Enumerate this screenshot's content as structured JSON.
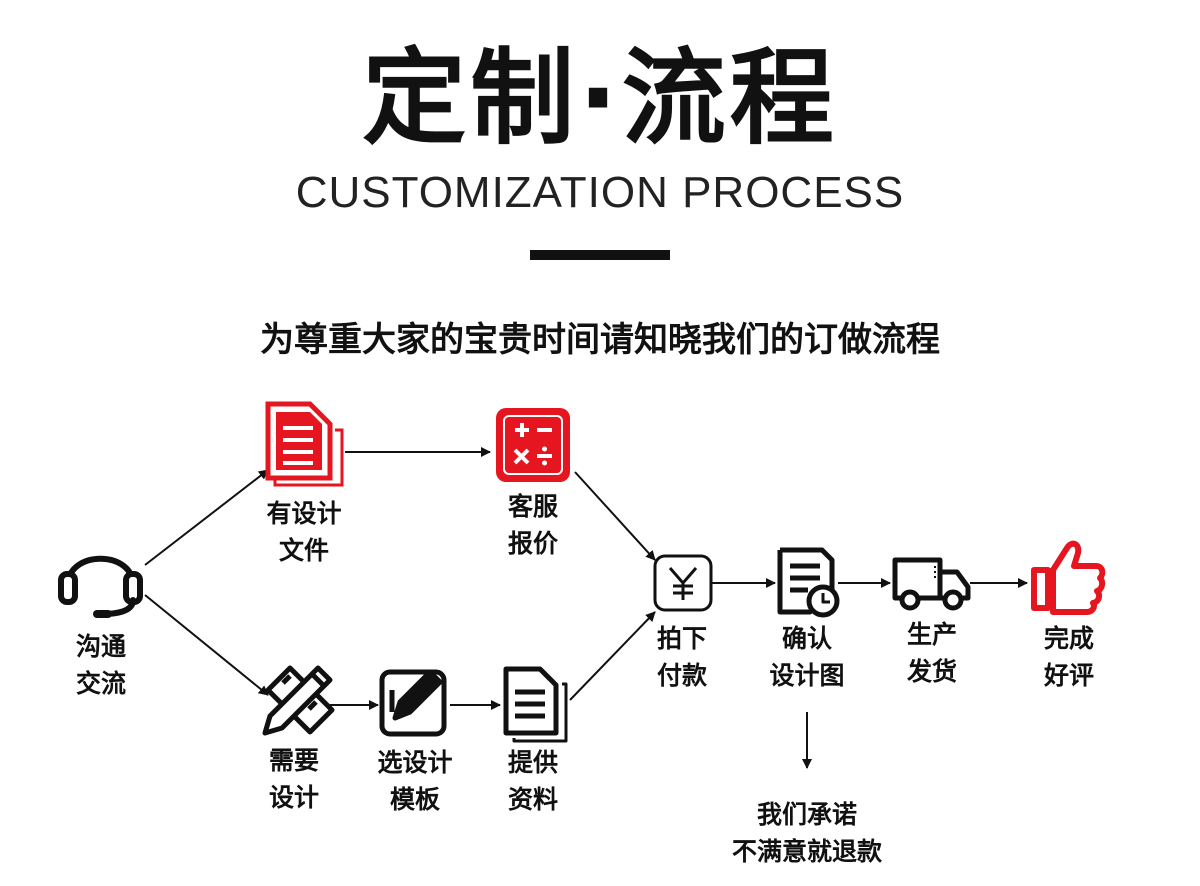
{
  "header": {
    "title": "定制·流程",
    "subtitle": "CUSTOMIZATION PROCESS",
    "tagline": "为尊重大家的宝贵时间请知晓我们的订做流程"
  },
  "steps": {
    "communicate": {
      "icon": "headset-icon",
      "line1": "沟通",
      "line2": "交流"
    },
    "has_design_file": {
      "icon": "document-icon",
      "line1": "有设计",
      "line2": "文件"
    },
    "quote": {
      "icon": "calculator-icon",
      "line1": "客服",
      "line2": "报价"
    },
    "need_design": {
      "icon": "pencil-ruler-icon",
      "line1": "需要",
      "line2": "设计"
    },
    "choose_template": {
      "icon": "edit-icon",
      "line1": "选设计",
      "line2": "模板"
    },
    "provide_material": {
      "icon": "file-stack-icon",
      "line1": "提供",
      "line2": "资料"
    },
    "payment": {
      "icon": "yen-icon",
      "line1": "拍下",
      "line2": "付款"
    },
    "confirm_design": {
      "icon": "document-clock-icon",
      "line1": "确认",
      "line2": "设计图"
    },
    "production": {
      "icon": "truck-icon",
      "line1": "生产",
      "line2": "发货"
    },
    "complete": {
      "icon": "thumbs-up-icon",
      "line1": "完成",
      "line2": "好评"
    }
  },
  "promise": {
    "line1": "我们承诺",
    "line2": "不满意就退款"
  },
  "colors": {
    "accent": "#e5161f",
    "ink": "#111111"
  }
}
